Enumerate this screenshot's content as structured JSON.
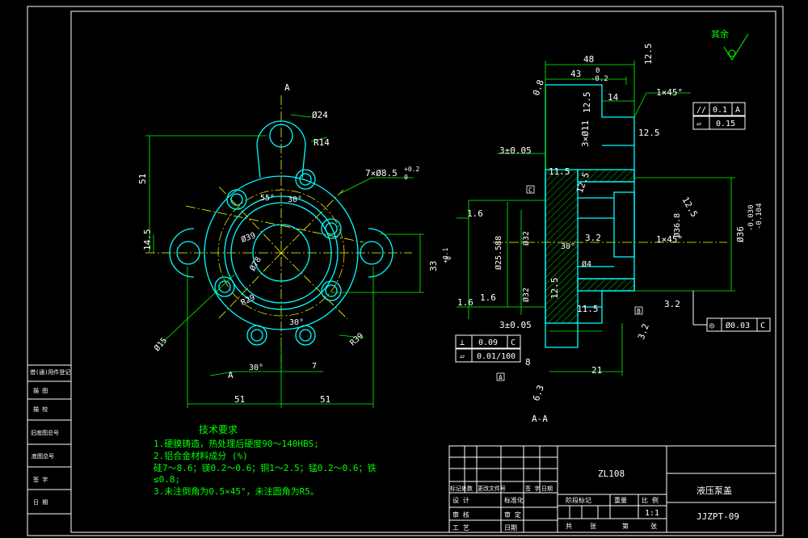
{
  "colors": {
    "background": "#000000",
    "frame": "#ffffff",
    "outline": "#00ffff",
    "center_line": "#ffff00",
    "dimension": "#00ff00",
    "text": "#ffffff",
    "title_text": "#00ffff",
    "hatch": "#00ff00"
  },
  "drawing": {
    "section_label_top": "A",
    "section_label_bottom": "A",
    "section_view_label": "A-A",
    "roughness_note": "其余",
    "front_view_dims": {
      "d1": "Ø24",
      "d2": "R14",
      "d3": "51",
      "d4": "14.5",
      "d5": "7×Ø8.5",
      "d5_tol": "+0.2",
      "d5_tol2": "0",
      "d6": "55°",
      "d7": "30°",
      "d8": "Ø39",
      "d9": "Ø78",
      "d10": "R29",
      "d11": "30°",
      "d12": "R39",
      "d13": "Ø15",
      "d14": "30°",
      "d15": "7",
      "d16": "51",
      "d17": "51",
      "d18": "33",
      "d18_tol": "+0.1",
      "d18_tol2": "0"
    },
    "section_dims": {
      "s1": "48",
      "s2": "43",
      "s2_tol": "0",
      "s2_tol2": "-0.2",
      "s3": "12.5",
      "s4": "0.8",
      "s5": "1×45°",
      "s6": "14",
      "s7": "12.5",
      "s8": "3×Ø11",
      "s9": "3±0.05",
      "s10": "12.5",
      "s11": "11.5",
      "s12": "12.5",
      "s13": "1.6",
      "s14": "Ø25.588",
      "s15": "Ø32",
      "s16": "Ø32",
      "s17": "Ø36.8",
      "s18": "Ø36",
      "s18_tol": "-0.030",
      "s18_tol2": "-0.104",
      "s19": "1×45°",
      "s20": "3.2",
      "s21": "12.5",
      "s22": "1.6",
      "s23": "1.6",
      "s24": "3±0.05",
      "s25": "11.5",
      "s26": "3.2",
      "s27": "3.2",
      "s28": "21",
      "s29": "8",
      "s30": "6.3",
      "s31": "Ø4",
      "s32": "30°",
      "s33": "12.5"
    },
    "tolerance_frames": [
      {
        "symbol": "//",
        "value": "0.1",
        "datum": "A"
      },
      {
        "symbol": "▱",
        "value": "0.15",
        "datum": ""
      },
      {
        "symbol": "⊥",
        "value": "0.09",
        "datum": "C"
      },
      {
        "symbol": "▱",
        "value": "0.01/100",
        "datum": ""
      },
      {
        "symbol": "◎",
        "value": "Ø0.03",
        "datum": "C"
      }
    ],
    "datums": [
      "C",
      "B",
      "A"
    ]
  },
  "tech_requirements": {
    "heading": "技术要求",
    "lines": [
      "1.硬膜铸造，热处理后硬度90～140HBS;",
      "2.铝合金材料成分 (%)",
      "   硅7～8.6；镁0.2～0.6；铜1～2.5；锰0.2～0.6；铁",
      "≤0.8;",
      "3.未注倒角为0.5×45°，未注圆角为R5。"
    ]
  },
  "side_strip": {
    "rows": [
      "借(通)用件登记",
      "描  图",
      "描  校",
      "旧底图总号",
      "底图总号",
      "签  字",
      "日  期"
    ]
  },
  "title_block": {
    "material": "ZL108",
    "part_name": "液压泵盖",
    "drawing_no": "JJZPT-09",
    "scale_label": "比 例",
    "scale_value": "1:1",
    "weight_label": "重量",
    "stage_label": "阶段标记",
    "sheet_total": "共",
    "sheet_label": "张",
    "sheet_no": "第",
    "sheet_label2": "张",
    "rev_row": [
      "标记处数",
      "更改文件号",
      "签 字",
      "日期"
    ],
    "design": "设 计",
    "standardize": "标准化",
    "check": "审 核",
    "process": "工 艺",
    "approve": "审 定",
    "date": "日期"
  }
}
